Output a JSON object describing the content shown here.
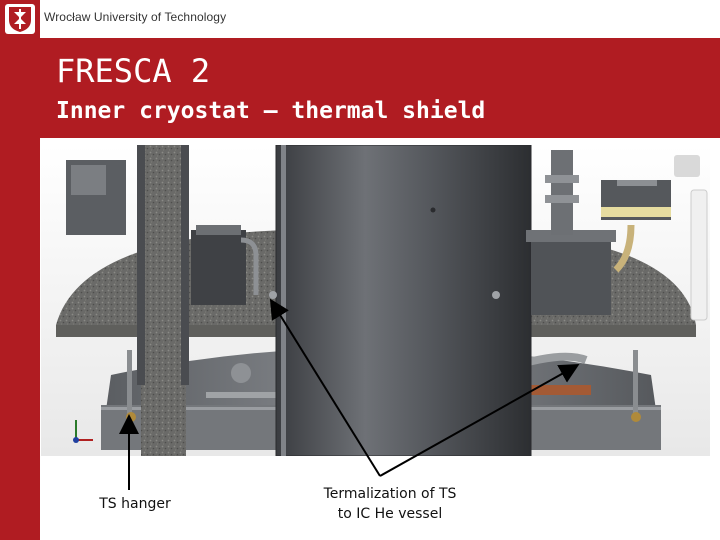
{
  "header": {
    "university": "Wrocław University of Technology",
    "title": "FRESCA 2",
    "subtitle": "Inner cryostat – thermal shield"
  },
  "figure": {
    "icon": "cad-cryostat-render",
    "annotations": [
      {
        "text": "TS hanger"
      },
      {
        "text_line1": "Termalization of TS",
        "text_line2": "to IC He vessel"
      }
    ]
  },
  "colors": {
    "brand_red": "#b01c22",
    "arrow": "#000000"
  }
}
